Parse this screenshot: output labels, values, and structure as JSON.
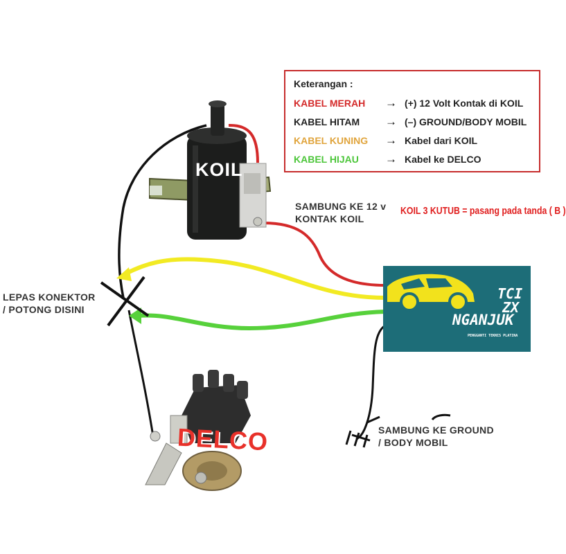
{
  "legend": {
    "title": "Keterangan :",
    "rows": [
      {
        "key": "KABEL MERAH",
        "arrow": "→",
        "value": "(+) 12 Volt Kontak di KOIL",
        "color": "#d42a2a"
      },
      {
        "key": "KABEL HITAM",
        "arrow": "→",
        "value": "(–) GROUND/BODY MOBIL",
        "color": "#222222"
      },
      {
        "key": "KABEL KUNING",
        "arrow": "→",
        "value": "Kabel dari KOIL",
        "color": "#e0a43c"
      },
      {
        "key": "KABEL HIJAU",
        "arrow": "→",
        "value": "Kabel ke DELCO",
        "color": "#4cc63a"
      }
    ]
  },
  "labels": {
    "coil": "KOIL",
    "distributor": "DELCO",
    "connect_12v_line1": "SAMBUNG KE 12 v",
    "connect_12v_line2": "KONTAK KOIL",
    "cut_line1": "LEPAS KONEKTOR",
    "cut_line2": "/ POTONG DISINI",
    "ground_line1": "SAMBUNG KE GROUND",
    "ground_line2": "/ BODY MOBIL",
    "note": "KOIL 3 KUTUB = pasang pada tanda ( B )"
  },
  "logo": {
    "line1": "TCI",
    "line2": "ZX",
    "line3": "NGANJUK",
    "tagline": "PENGGANTI TEKNIS PLATINA",
    "bg_color": "#1d6d78",
    "car_color": "#f2e21c"
  },
  "wire_colors": {
    "red": "#d42a2a",
    "yellow": "#f2ea23",
    "green": "#57d13b",
    "black": "#111111"
  }
}
